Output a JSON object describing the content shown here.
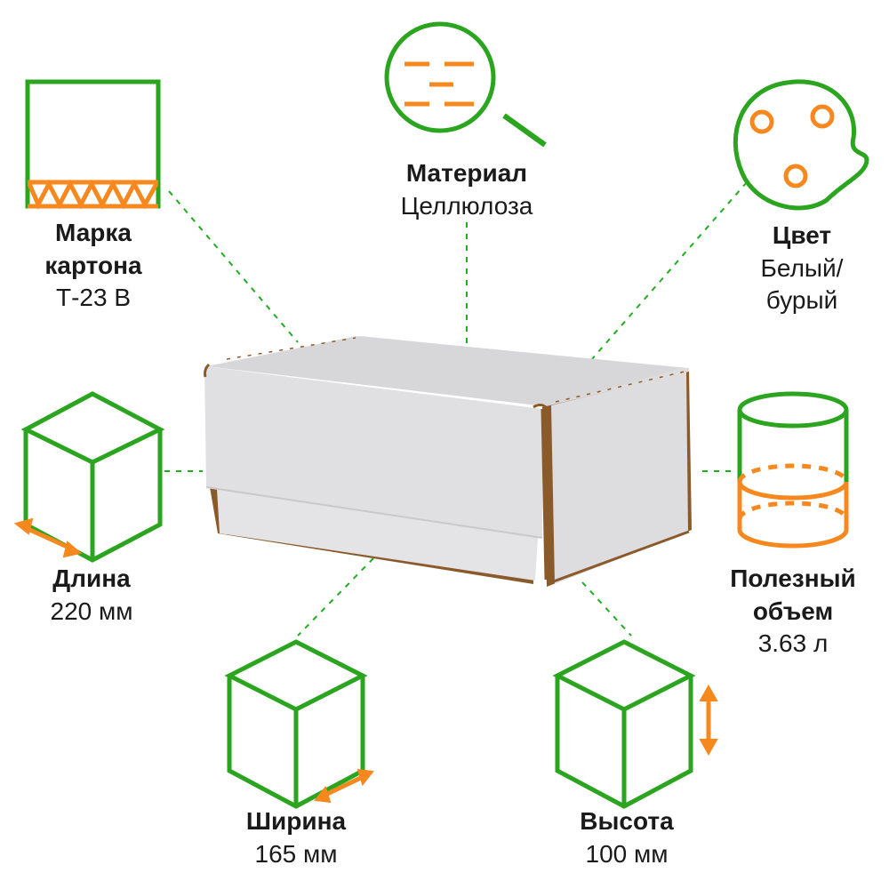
{
  "colors": {
    "green": "#2ba51f",
    "orange": "#f7881e",
    "dash": "#1fae1f"
  },
  "specs": {
    "grade": {
      "title_line1": "Марка",
      "title_line2": "картона",
      "value": "Т-23 В",
      "icon": "corrugated-cardboard-icon"
    },
    "material": {
      "title": "Материал",
      "value": "Целлюлоза",
      "icon": "magnifier-icon"
    },
    "color": {
      "title": "Цвет",
      "value_line1": "Белый/",
      "value_line2": "бурый",
      "icon": "palette-icon"
    },
    "length": {
      "title": "Длина",
      "value": "220 мм",
      "icon": "cube-length-icon"
    },
    "volume": {
      "title_line1": "Полезный",
      "title_line2": "объем",
      "value": "3.63 л",
      "icon": "cylinder-volume-icon"
    },
    "width": {
      "title": "Ширина",
      "value": "165 мм",
      "icon": "cube-width-icon"
    },
    "height": {
      "title": "Высота",
      "value": "100 мм",
      "icon": "cube-height-icon"
    }
  }
}
